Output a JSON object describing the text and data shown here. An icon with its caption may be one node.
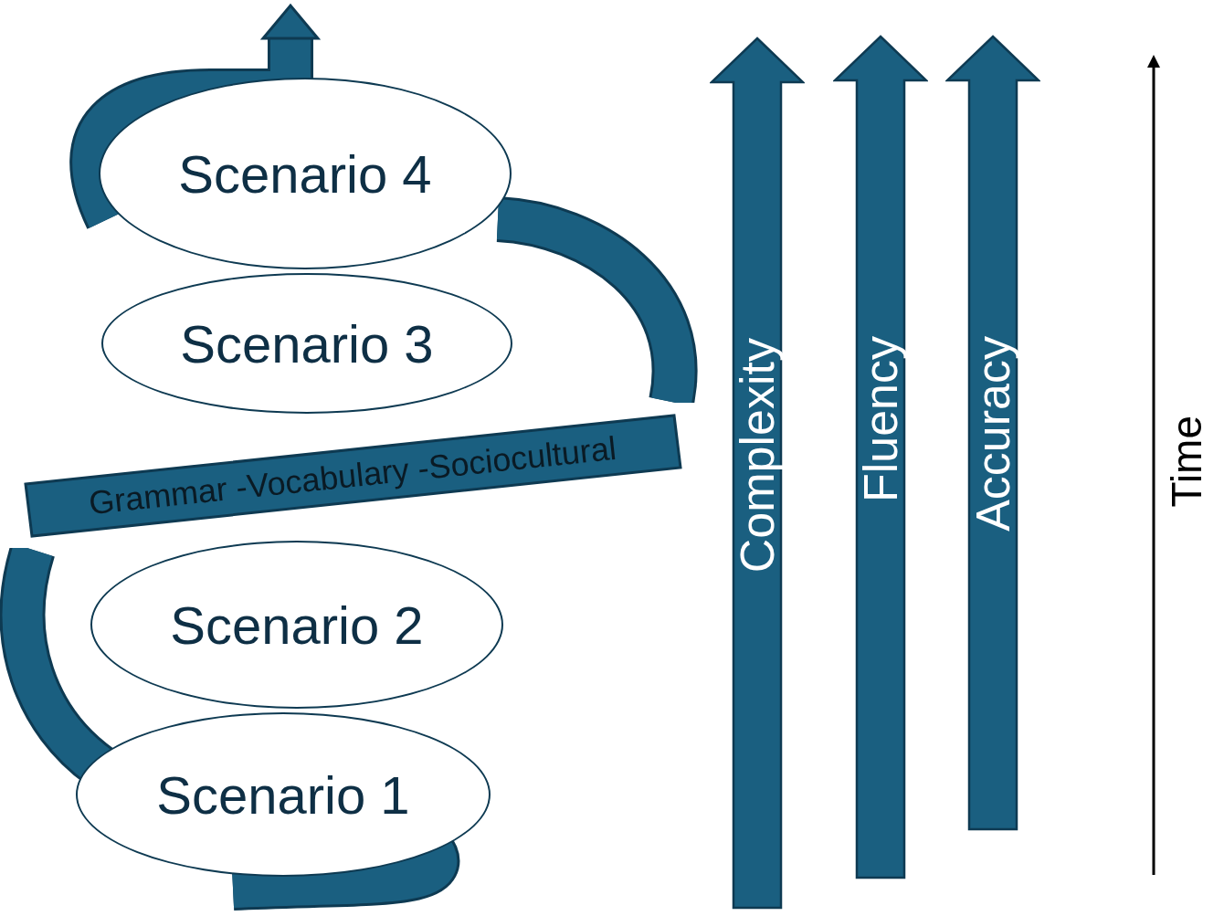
{
  "diagram": {
    "nodes": [
      {
        "text": [
          "Scenario 4"
        ]
      },
      {
        "text": [
          "Scenario 3"
        ]
      },
      {
        "text": [
          "Scenario 2"
        ]
      },
      {
        "text": [
          "Scenario 1"
        ]
      },
      {
        "text": [
          "Grammar -Vocabulary -Sociocultural"
        ]
      },
      {
        "text": [
          "Complexity"
        ]
      },
      {
        "text": [
          "Fluency"
        ]
      },
      {
        "text": [
          "Accuracy"
        ]
      }
    ],
    "labels": [
      "Time"
    ]
  }
}
